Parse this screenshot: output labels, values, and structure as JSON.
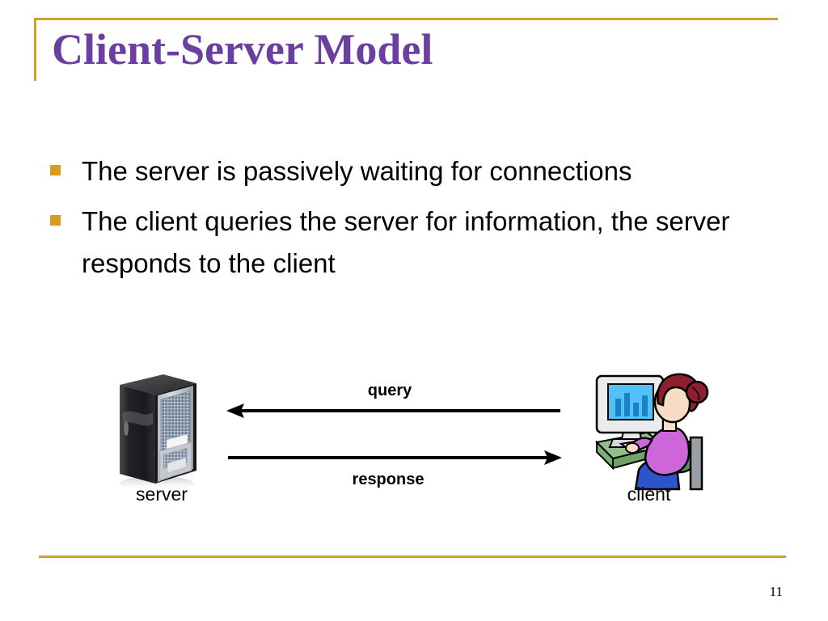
{
  "slide": {
    "title": "Client-Server Model",
    "page_number": "11",
    "accent_rule_color": "#c8a22a",
    "title_color": "#6b3fa0",
    "bullet_marker_color": "#d99b20",
    "background_color": "#ffffff"
  },
  "bullets": [
    {
      "text": "The server is passively waiting for connections"
    },
    {
      "text": "The client queries the server for information, the server responds to the client"
    }
  ],
  "diagram": {
    "server": {
      "label": "server",
      "icon": "server-tower-icon",
      "colors": {
        "case_dark": "#1d1d1f",
        "side_panel": "#3a3a3c",
        "front_panel": "#c9cdd2",
        "mesh": "#8fa4bd",
        "bezel": "#e8eaec"
      }
    },
    "client": {
      "label": "client",
      "icon": "person-at-computer-icon",
      "colors": {
        "monitor_body": "#e6e8ea",
        "screen": "#4fc3f7",
        "screen_bars": "#1f7fc4",
        "desk": "#8fbf8a",
        "shirt": "#cc66d9",
        "pants": "#2f54c9",
        "hair": "#8e1f2f",
        "skin": "#f7ddc3",
        "chair": "#4f9b5a",
        "chair_post": "#9aa0a6"
      }
    },
    "flows": [
      {
        "label": "query",
        "direction": "left",
        "from": "client",
        "to": "server"
      },
      {
        "label": "response",
        "direction": "right",
        "from": "server",
        "to": "client"
      }
    ]
  }
}
